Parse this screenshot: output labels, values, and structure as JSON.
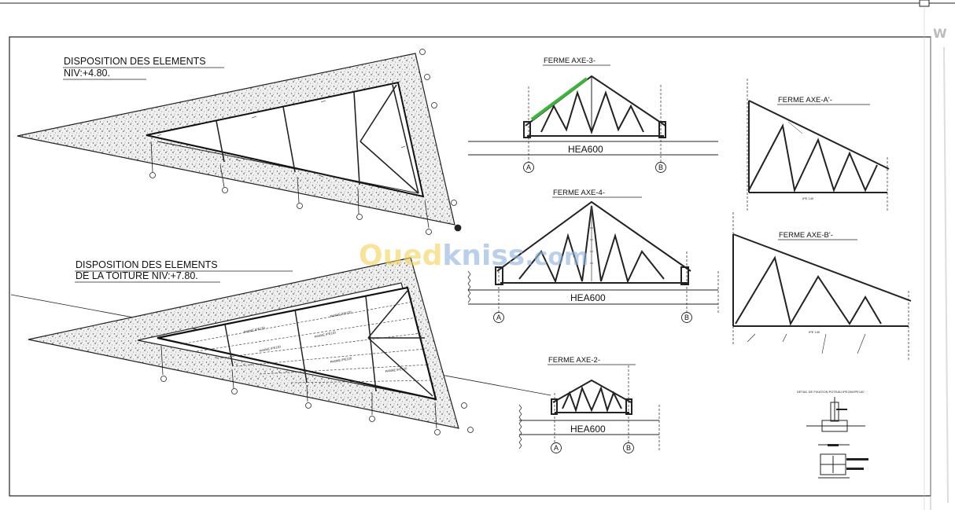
{
  "plans": {
    "plan1": {
      "title_line1": "DISPOSITION DES ELEMENTS",
      "title_line2": "NIV:+4.80."
    },
    "plan2": {
      "title_line1": "DISPOSITION DES ELEMENTS",
      "title_line2": "DE LA TOITURE NIV:+7.80."
    }
  },
  "trusses": {
    "axe3": {
      "title": "FERME AXE-3-",
      "beam": "HEA600",
      "axis_left": "A",
      "axis_right": "B"
    },
    "axe4": {
      "title": "FERME AXE-4-",
      "beam": "HEA600",
      "axis_left": "A",
      "axis_right": "B"
    },
    "axe2": {
      "title": "FERME AXE-2-",
      "beam": "HEA600",
      "axis_left": "A",
      "axis_right": "B"
    },
    "axeA": {
      "title": "FERME AXE-A'-",
      "beam_label": "IPE 140"
    },
    "axeB": {
      "title": "FERME AXE-B'-",
      "beam_label": "IPE 140"
    }
  },
  "detail": {
    "title": "DETAIL DE FIXATION POTEAU IPE200/IPE140"
  },
  "purlin_label": "PANNE IPE120",
  "watermark": {
    "part1": "Oued",
    "part2": "kniss",
    "part3": ".com"
  },
  "corner_mark": "W",
  "colors": {
    "line": "#1a1a1a",
    "concrete": "#efefef",
    "highlight": "#3cb43c",
    "watermark_yellow": "#f5d35a",
    "watermark_blue": "#8fb3df"
  }
}
